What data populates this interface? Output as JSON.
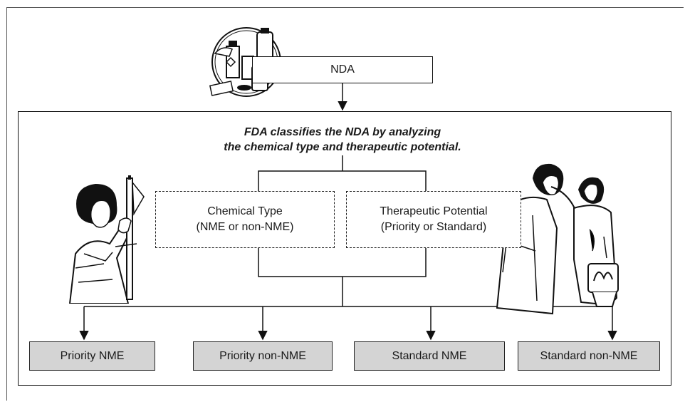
{
  "diagram": {
    "top_node": "NDA",
    "headline": {
      "line1": "FDA classifies the NDA by analyzing",
      "line2": "the chemical type and therapeutic potential."
    },
    "criteria": [
      {
        "title": "Chemical Type",
        "subtitle": "(NME or non-NME)"
      },
      {
        "title": "Therapeutic Potential",
        "subtitle": "(Priority or Standard)"
      }
    ],
    "outcomes": [
      "Priority NME",
      "Priority non-NME",
      "Standard NME",
      "Standard non-NME"
    ],
    "illustrations": [
      "medicine-bottles-illustration",
      "scientist-illustration",
      "doctor-patient-illustration"
    ]
  }
}
